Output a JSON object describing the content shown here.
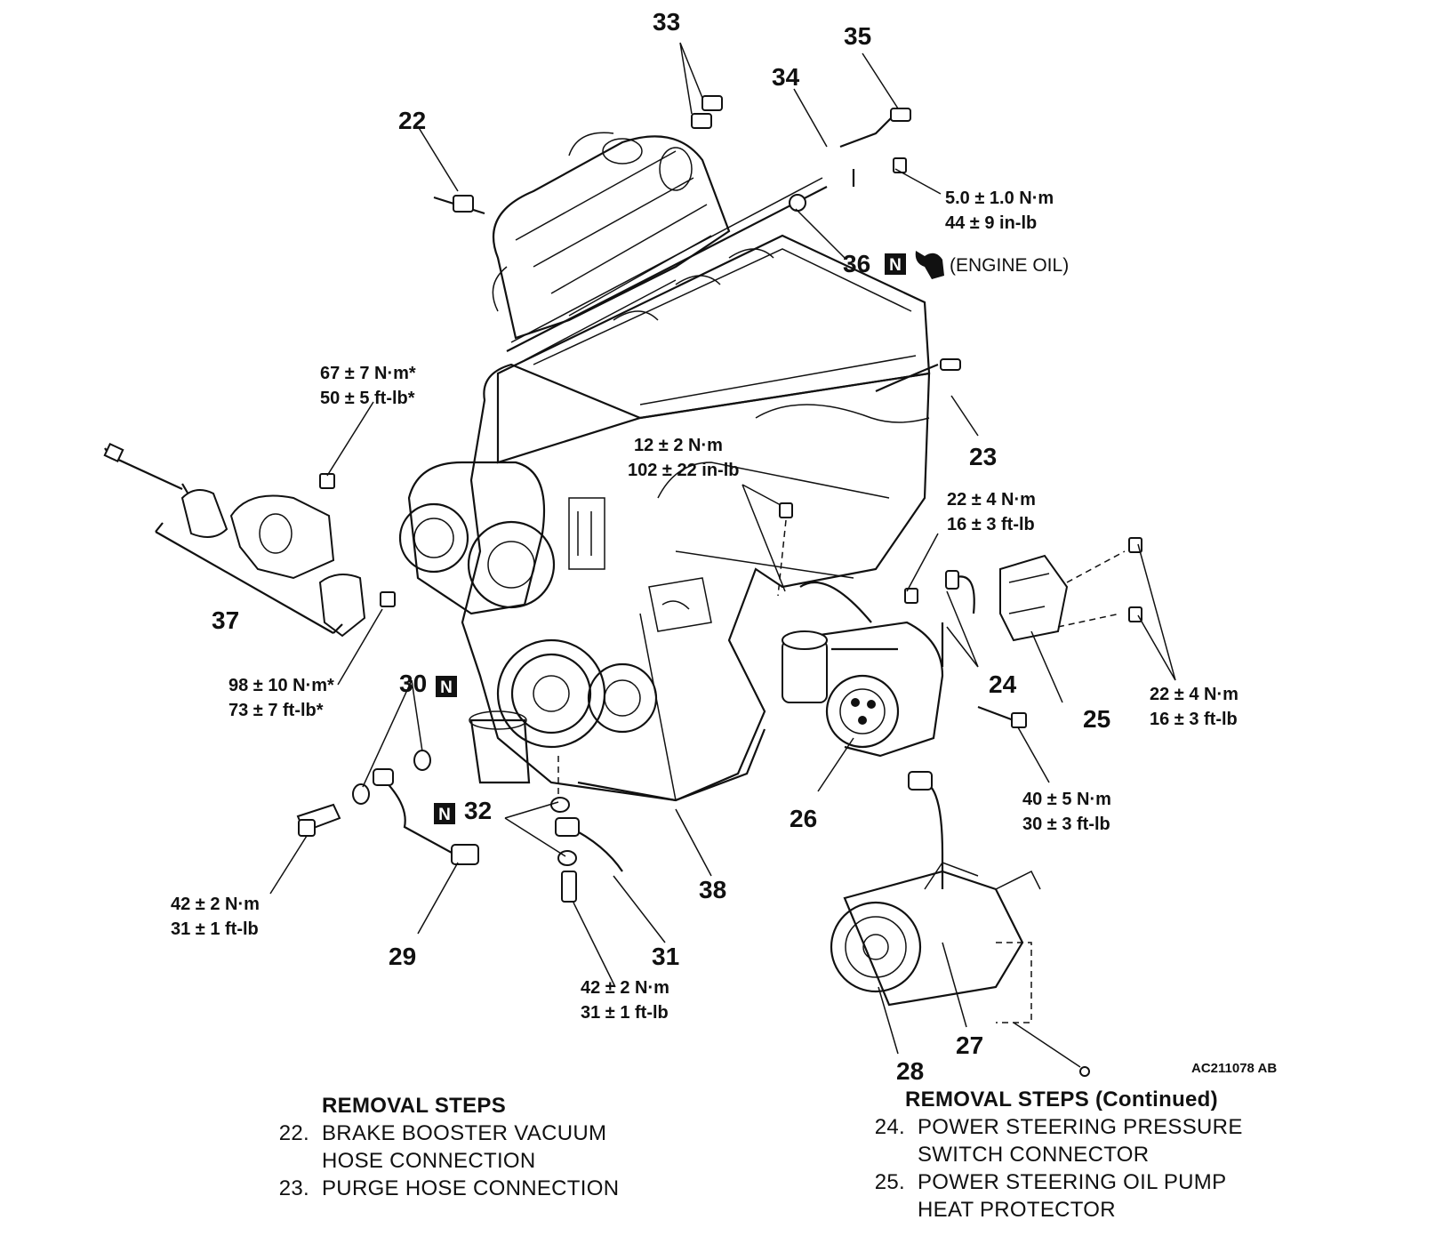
{
  "callouts": {
    "c22": "22",
    "c23": "23",
    "c24": "24",
    "c25": "25",
    "c26": "26",
    "c27": "27",
    "c28": "28",
    "c29": "29",
    "c30": "30",
    "c31": "31",
    "c32": "32",
    "c33": "33",
    "c34": "34",
    "c35": "35",
    "c36": "36",
    "c37": "37",
    "c38": "38"
  },
  "markers": {
    "new_part": "N",
    "lube_note": "(ENGINE OIL)"
  },
  "torque_specs": {
    "t_35_line1": "5.0 ± 1.0 N·m",
    "t_35_line2": "44 ± 9 in-lb",
    "t_37a_line1": "67 ± 7 N·m*",
    "t_37a_line2": "50 ± 5 ft-lb*",
    "t_37b_line1": "98 ± 10 N·m*",
    "t_37b_line2": "73 ± 7 ft-lb*",
    "t_mid_line1": "12 ± 2 N·m",
    "t_mid_line2": "102 ± 22 in-lb",
    "t_24_line1": "22 ± 4 N·m",
    "t_24_line2": "16 ± 3 ft-lb",
    "t_25_line1": "22 ± 4 N·m",
    "t_25_line2": "16 ± 3 ft-lb",
    "t_40_line1": "40 ± 5 N·m",
    "t_40_line2": "30 ± 3 ft-lb",
    "t_29_line1": "42 ± 2 N·m",
    "t_29_line2": "31 ± 1 ft-lb",
    "t_31_line1": "42 ± 2 N·m",
    "t_31_line2": "31 ± 1 ft-lb"
  },
  "figure_id": "AC211078 AB",
  "removal_steps": {
    "heading": "REMOVAL STEPS",
    "items": [
      {
        "num": "22.",
        "text": "BRAKE BOOSTER VACUUM\nHOSE CONNECTION"
      },
      {
        "num": "23.",
        "text": "PURGE HOSE CONNECTION"
      }
    ]
  },
  "removal_steps_continued": {
    "heading": "REMOVAL STEPS (Continued)",
    "items": [
      {
        "num": "24.",
        "text": "POWER STEERING PRESSURE\nSWITCH CONNECTOR"
      },
      {
        "num": "25.",
        "text": "POWER STEERING OIL PUMP\nHEAT PROTECTOR"
      }
    ]
  }
}
